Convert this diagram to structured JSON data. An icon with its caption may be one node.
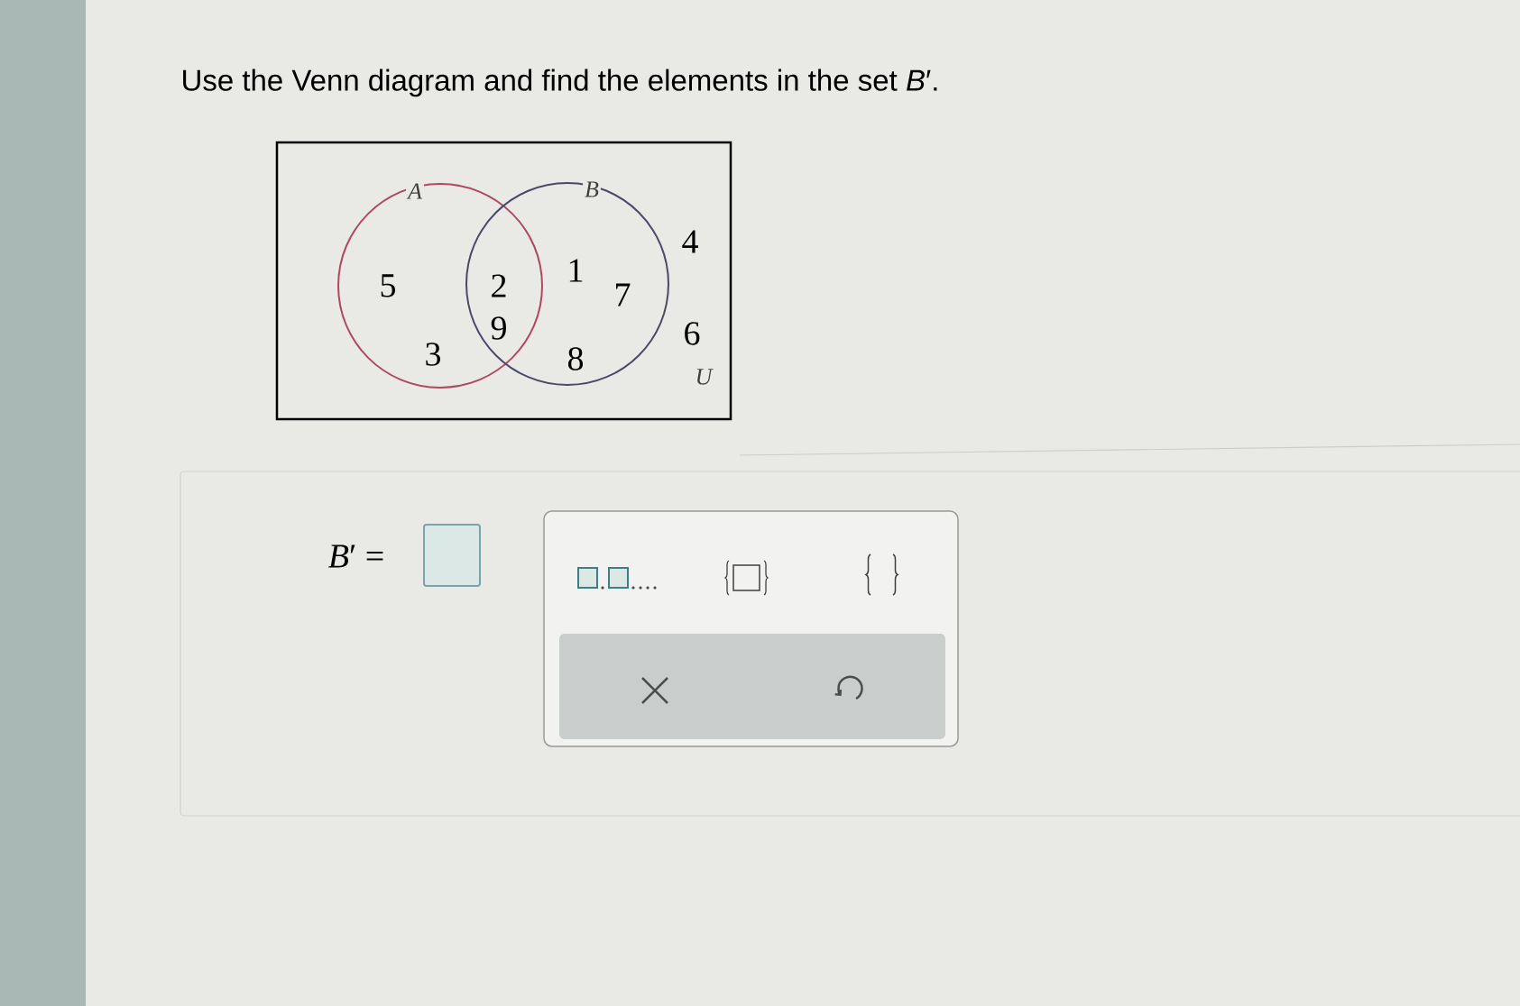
{
  "diagram": {
    "title": "Use the Venn diagram and find the elements in the set *B*′.",
    "nodes": [
      {
        "text": [
          "4",
          "6",
          "U"
        ]
      },
      {
        "text": [
          "A",
          "5",
          "3"
        ],
        "in": 0
      },
      {
        "text": [
          "B",
          "1",
          "7",
          "8"
        ],
        "in": 0
      }
    ],
    "labels": [
      "2",
      "9",
      "*B*′ ="
    ]
  }
}
